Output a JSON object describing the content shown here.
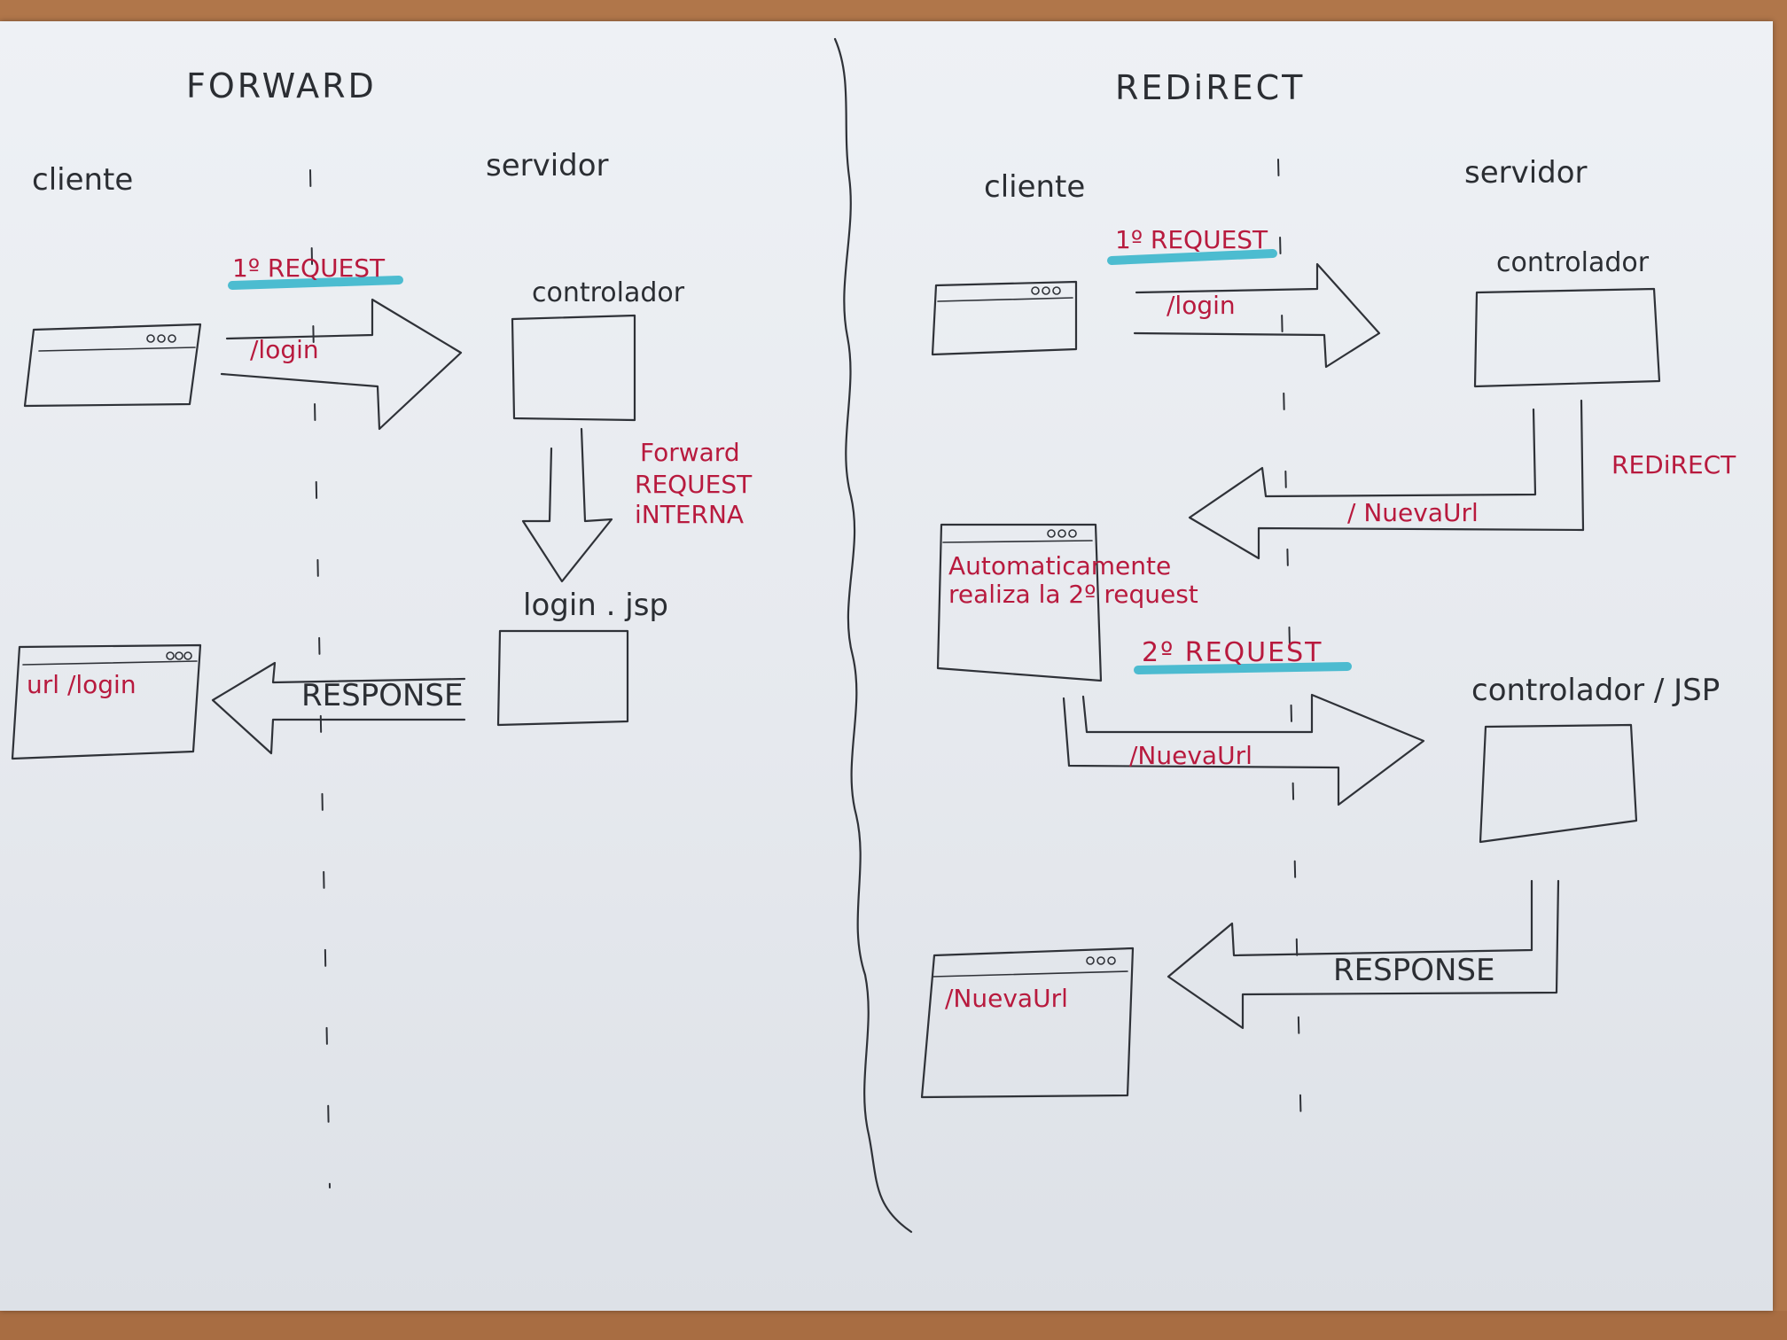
{
  "forward": {
    "title": "FORWARD",
    "cliente_label": "cliente",
    "servidor_label": "servidor",
    "request_label": "1º REQUEST",
    "login_path": "/login",
    "controlador_label": "controlador",
    "forward_note_1": "Forward",
    "forward_note_2": "REQUEST",
    "forward_note_3": "iNTERNA",
    "jsp_label": "login . jsp",
    "response_label": "RESPONSE",
    "browser_url": "url  /login"
  },
  "redirect": {
    "title": "REDiRECT",
    "cliente_label": "cliente",
    "servidor_label": "servidor",
    "request1_label": "1º REQUEST",
    "login_path": "/login",
    "controlador_label": "controlador",
    "redirect_label": "REDiRECT",
    "nuevaurl_label": "/ NuevaUrl",
    "auto_note_1": "Automaticamente",
    "auto_note_2": "realiza  la  2º request",
    "request2_label": "2º REQUEST",
    "nuevaurl_arrow": "/NuevaUrl",
    "controlador_jsp_label": "controlador / JSP",
    "response_label": "RESPONSE",
    "browser_url": "/NuevaUrl"
  },
  "colors": {
    "ink": "#2f3238",
    "red_ink": "#b81a3e",
    "highlighter": "#3bb6cc",
    "paper": "#eef1f5"
  }
}
